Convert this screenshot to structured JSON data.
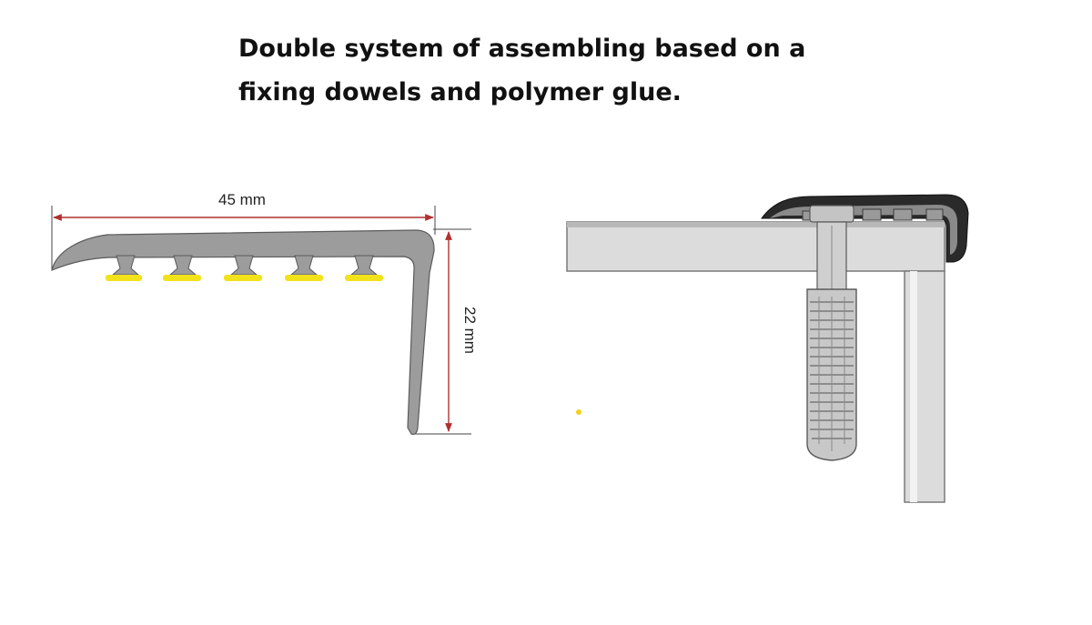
{
  "caption": {
    "line1": "Double system of assembling based on a",
    "line2": "fixing dowels and polymer glue."
  },
  "dimensions": {
    "width_label": "45 mm",
    "height_label": "22 mm"
  },
  "colors": {
    "profile": "#9c9c9c",
    "profile_outline": "#5a5a5a",
    "glue": "#f2e21a",
    "dimension_line": "#b03030",
    "board_light": "#dcdcdc",
    "board_edge": "#7a7a7a",
    "nosing_dark": "#2a2a2a",
    "dowel": "#c4c4c4"
  }
}
